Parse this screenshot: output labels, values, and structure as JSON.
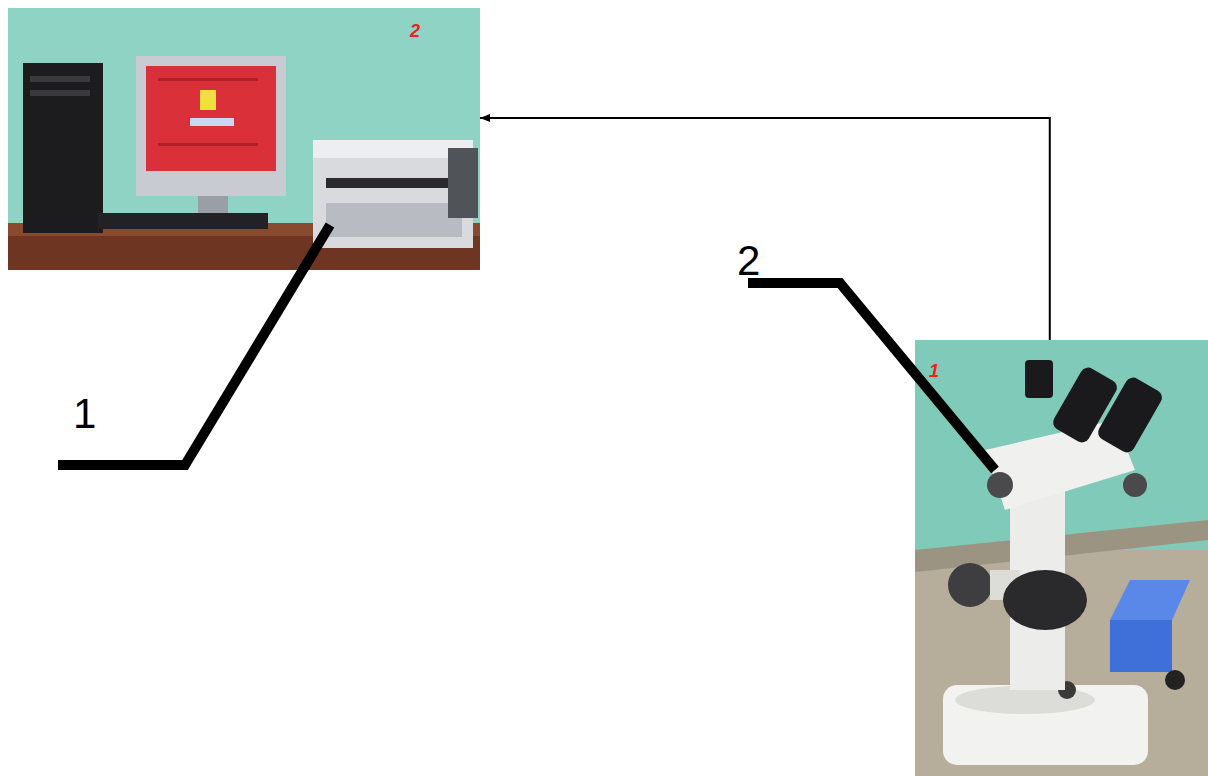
{
  "diagram": {
    "nodes": [
      {
        "text": [
          "2"
        ]
      },
      {
        "text": [
          "1"
        ]
      }
    ],
    "edges": [
      {
        "from": 1,
        "to": 0,
        "arrow": "to"
      }
    ],
    "labels": [
      "1",
      "2"
    ]
  }
}
